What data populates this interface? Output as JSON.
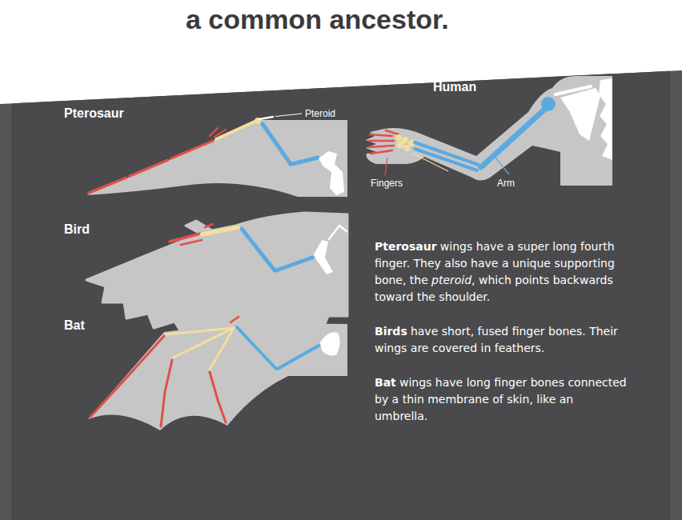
{
  "diagram": {
    "labels": [
      "a common ancestor.",
      "Pterosaur",
      "Pteroid",
      "Human",
      "Fingers",
      "Arm",
      "Bird",
      "Bat",
      "Pterosaur",
      "wings have a super long fourth finger. They also have a unique supporting bone, the",
      "pteroid",
      ", which points backwards toward the shoulder.",
      "Birds",
      "have short, fused finger bones. Their wings are covered in feathers.",
      "Bat",
      "wings have long finger bones connected by a thin membrane of skin, like an umbrella."
    ]
  }
}
